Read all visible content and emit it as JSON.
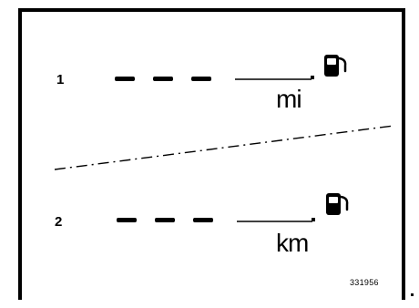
{
  "figure": {
    "rows": [
      {
        "number": "1",
        "unit": "mi"
      },
      {
        "number": "2",
        "unit": "km"
      }
    ],
    "reference_code": "331956",
    "icon": "fuel-pump-icon"
  }
}
